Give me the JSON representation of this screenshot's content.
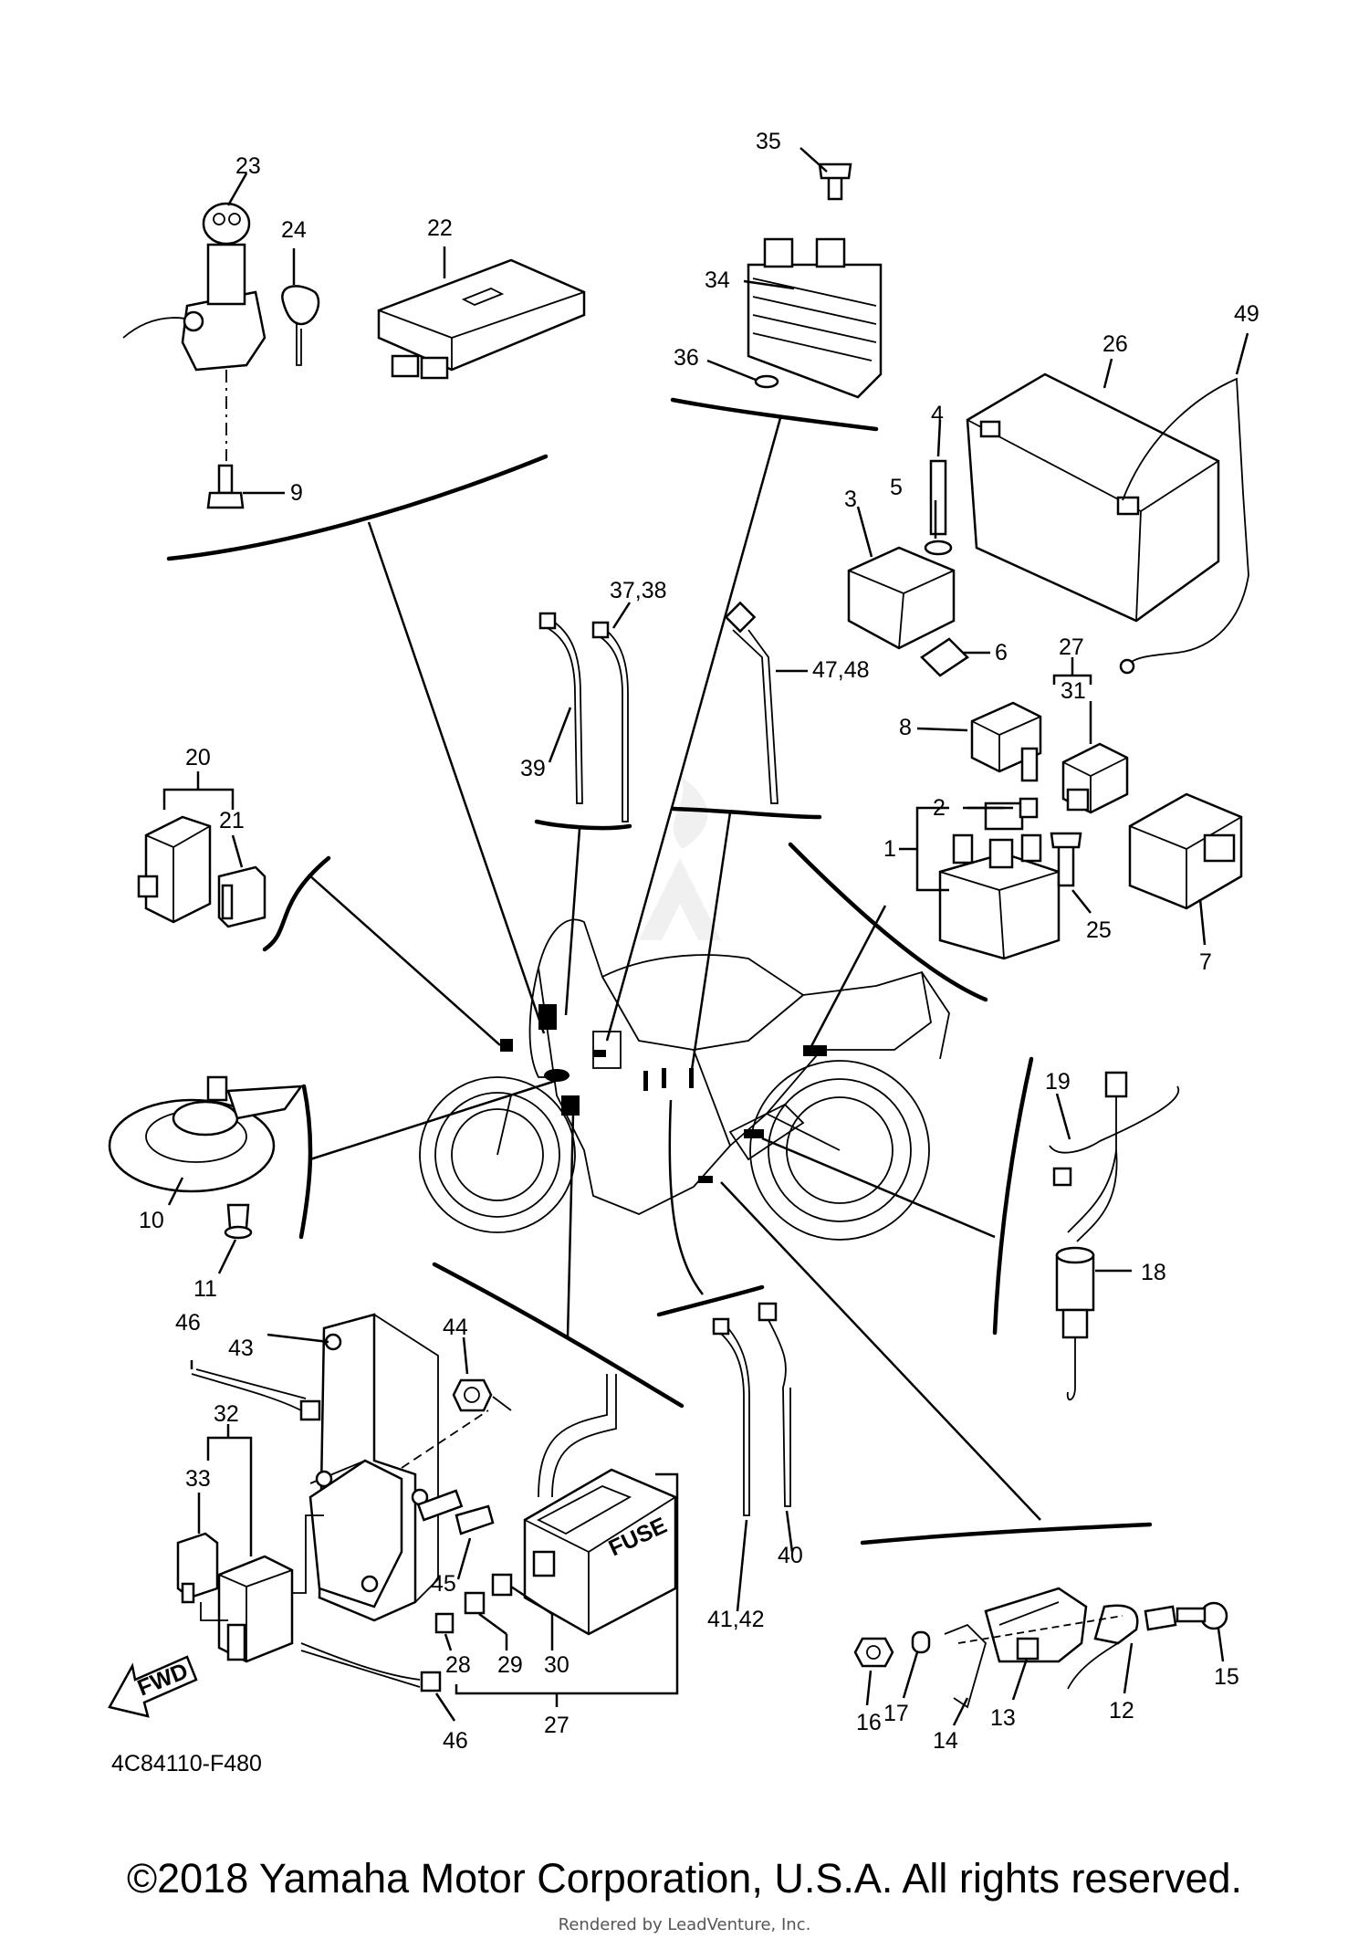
{
  "diagram": {
    "figure_code": "4C84110-F480",
    "fwd_label": "FWD",
    "fuse_label": "FUSE",
    "watermark_icon": "leadventure-flame-logo",
    "callouts": {
      "c1": "1",
      "c2": "2",
      "c3": "3",
      "c4": "4",
      "c5": "5",
      "c6": "6",
      "c7": "7",
      "c8": "8",
      "c9": "9",
      "c10": "10",
      "c11": "11",
      "c12": "12",
      "c13": "13",
      "c14": "14",
      "c15": "15",
      "c16": "16",
      "c17": "17",
      "c18": "18",
      "c19": "19",
      "c20": "20",
      "c21": "21",
      "c22": "22",
      "c23": "23",
      "c24": "24",
      "c25": "25",
      "c26": "26",
      "c27a": "27",
      "c27b": "27",
      "c28": "28",
      "c29": "29",
      "c30": "30",
      "c31": "31",
      "c32": "32",
      "c33": "33",
      "c34": "34",
      "c35": "35",
      "c36": "36",
      "c37_38": "37,38",
      "c39": "39",
      "c40": "40",
      "c41_42": "41,42",
      "c43": "43",
      "c44": "44",
      "c45": "45",
      "c46a": "46",
      "c46b": "46",
      "c47_48": "47,48",
      "c49": "49"
    }
  },
  "footer": {
    "copyright": "©2018 Yamaha Motor Corporation, U.S.A. All rights reserved.",
    "rendered_by": "Rendered by LeadVenture, Inc."
  }
}
